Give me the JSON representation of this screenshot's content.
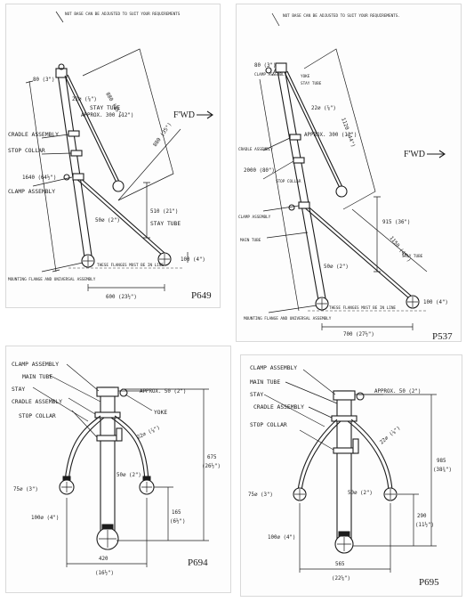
{
  "panels": {
    "p649": {
      "ref": "P649",
      "top_note": "NOT BASE CAN BE ADJUSTED TO SUIT YOUR REQUIREMENTS",
      "fwd": "F'WD",
      "labels": {
        "stay_tube_top": "STAY TUBE",
        "cradle": "CRADLE ASSEMBLY",
        "stop_collar": "STOP COLLAR",
        "clamp": "CLAMP ASSEMBLY",
        "stay_tube_low": "STAY TUBE",
        "mounting": "MOUNTING FLANGE AND UNIVERSAL ASSEMBLY",
        "flanges": "THESE FLANGES MUST BE IN LINE"
      },
      "dims": {
        "d_80": "80 (3\")",
        "d_22": "22⌀ (⅞\")",
        "d_approx": "APPROX. 300 (12\")",
        "d_880": "880 (35\")",
        "d_880b": "880 (35\")",
        "d_1640": "1640 (64½\")",
        "d_510": "510 (21\")",
        "d_50": "50⌀ (2\")",
        "d_100": "100 (4\")",
        "d_600": "600 (23½\")"
      }
    },
    "p537": {
      "ref": "P537",
      "top_note": "NOT BASE CAN BE ADJUSTED TO SUIT YOUR REQUIREMENTS.",
      "fwd": "F'WD",
      "labels": {
        "clamp": "CLAMP ASSEMBLY",
        "yoke": "YOKE",
        "stay_tube": "STAY TUBE",
        "cradle": "CRADLE ASSEMBLY",
        "stop_collar": "STOP COLLAR",
        "clamp2": "CLAMP ASSEMBLY",
        "main_tube": "MAIN TUBE",
        "stay_tube2": "STAY TUBE",
        "mounting": "MOUNTING FLANGE AND UNIVERSAL ASSEMBLY",
        "flanges": "THESE FLANGES MUST BE IN LINE"
      },
      "dims": {
        "d_80": "80 (3\")",
        "d_22": "22⌀ (⅞\")",
        "d_1120": "1120 (44\")",
        "d_approx": "APPROX. 300 (12\")",
        "d_2000": "2000 (80\")",
        "d_915": "915 (36\")",
        "d_1150": "1150 (45\")",
        "d_50": "50⌀ (2\")",
        "d_100": "100 (4\")",
        "d_700": "700 (27½\")"
      }
    },
    "p694": {
      "ref": "P694",
      "labels": {
        "clamp": "CLAMP ASSEMBLY",
        "main_tube": "MAIN TUBE",
        "stay": "STAY",
        "cradle": "CRADLE ASSEMBLY",
        "stop_collar": "STOP COLLAR",
        "yoke": "YOKE"
      },
      "dims": {
        "approx": "APPROX. 50 (2\")",
        "d_22": "22⌀ (⅞\")",
        "d_675": "675",
        "d_675in": "(26½\")",
        "d_50": "50⌀ (2\")",
        "d_75": "75⌀ (3\")",
        "d_165": "165",
        "d_165in": "(6½\")",
        "d_100": "100⌀ (4\")",
        "d_420": "420",
        "d_420in": "(16½\")"
      }
    },
    "p695": {
      "ref": "P695",
      "labels": {
        "clamp": "CLAMP ASSEMBLY",
        "main_tube": "MAIN TUBE",
        "stay": "STAY",
        "cradle": "CRADLE ASSEMBLY",
        "stop_collar": "STOP COLLAR"
      },
      "dims": {
        "approx": "APPROX. 50 (2\")",
        "d_22": "22⌀ (⅞\")",
        "d_985": "985",
        "d_985in": "(38¾\")",
        "d_50": "50⌀ (2\")",
        "d_75": "75⌀ (3\")",
        "d_290": "290",
        "d_290in": "(11½\")",
        "d_100": "100⌀ (4\")",
        "d_565": "565",
        "d_565in": "(22¼\")"
      }
    }
  },
  "colors": {
    "ink": "#1c1c1c",
    "paper": "#fdfdfd"
  }
}
